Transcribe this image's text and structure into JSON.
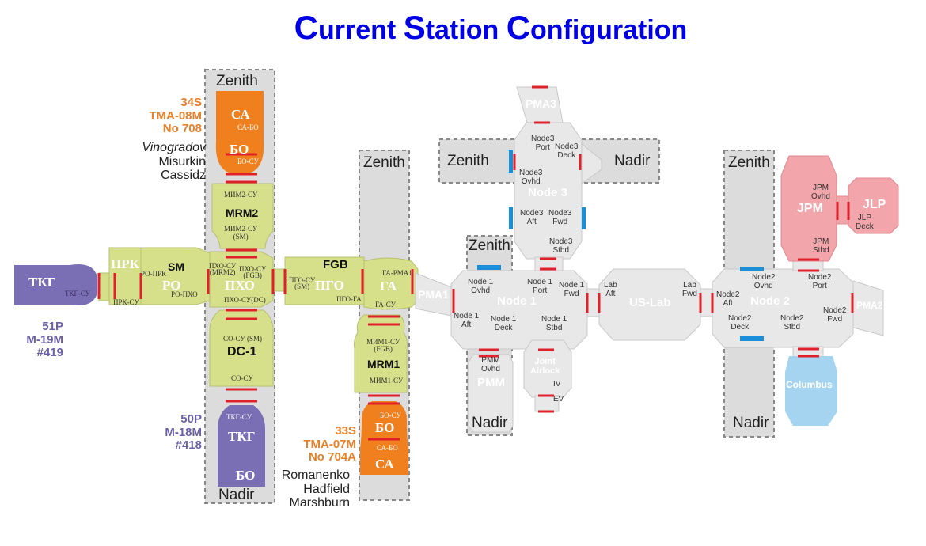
{
  "title": {
    "c1": "C",
    "w1": "urrent ",
    "c2": "S",
    "w2": "tation ",
    "c3": "C",
    "w3": "onfiguration"
  },
  "bands": {
    "zenith": "Zenith",
    "nadir": "Nadir"
  },
  "soyuz_34s": {
    "flight": "34S",
    "vehicle": "TMA-08M",
    "number": "No 708",
    "crew": [
      "Vinogradov",
      "Misurkin",
      "Cassidz"
    ],
    "sa": "СА",
    "bo": "БО",
    "port_sa_bo": "СА-БО",
    "port_bo_su": "БО-СУ"
  },
  "soyuz_33s": {
    "flight": "33S",
    "vehicle": "TMA-07M",
    "number": "No 704A",
    "crew": [
      "Romanenko",
      "Hadfield",
      "Marshburn"
    ],
    "sa": "СА",
    "bo": "БО",
    "port_sa_bo": "СА-БО",
    "port_bo_su": "БО-СУ"
  },
  "progress_51p": {
    "flight": "51P",
    "vehicle": "M-19M",
    "number": "#419",
    "tkg": "ТКГ",
    "port": "ТКГ-СУ"
  },
  "progress_50p": {
    "flight": "50P",
    "vehicle": "M-18M",
    "number": "#418",
    "tkg": "ТКГ",
    "bo": "БО",
    "port": "ТКГ-СУ"
  },
  "mrm2": {
    "name": "MRM2",
    "port1": "МИМ2-СУ",
    "port2": "МИМ2-СУ",
    "port2b": "(SM)"
  },
  "sm": {
    "name": "SM",
    "prk": "ПРК",
    "ro": "РО",
    "pxo": "ПХО",
    "ro_prk": "РО-ПРК",
    "prk_su": "ПРК-СУ",
    "ro_pxo": "РО-ПХО",
    "pxo_mrm2": "ПХО-СУ",
    "pxo_mrm2b": "(MRM2)",
    "pxo_fgb": "ПХО-СУ",
    "pxo_fgbb": "(FGB)",
    "pxo_dc": "ПХО-СУ(DC)"
  },
  "dc1": {
    "name": "DC-1",
    "port1": "СО-СУ (SM)",
    "port2": "СО-СУ"
  },
  "fgb": {
    "name": "FGB",
    "pgo": "ПГО",
    "ga": "ГА",
    "pgo_su": "ПГО-СУ",
    "pgo_sub": "(SM)",
    "pgo_ga": "ПГО-ГА",
    "ga_pma1": "ГА-РМА1",
    "ga_su": "ГА-СУ"
  },
  "mrm1": {
    "name": "MRM1",
    "port1": "МИМ1-СУ",
    "port1b": "(FGB)",
    "port2": "МИМ1-СУ"
  },
  "usos": {
    "pma1": "PMA1",
    "pma2": "PMA2",
    "pma3": "PMA3",
    "node1": "Node 1",
    "node2": "Node 2",
    "node3": "Node 3",
    "uslab": "US-Lab",
    "pmm": "PMM",
    "airlock1": "Joint",
    "airlock2": "Airlock",
    "jpm": "JPM",
    "jlp": "JLP",
    "columbus": "Columbus"
  },
  "ports": {
    "n3_port": "Node3\nPort",
    "n3_deck": "Node3\nDeck",
    "n3_ovhd": "Node3\nOvhd",
    "n3_aft": "Node3\nAft",
    "n3_fwd": "Node3\nFwd",
    "n3_stbd": "Node3\nStbd",
    "n1_ovhd": "Node 1\nOvhd",
    "n1_port": "Node 1\nPort",
    "n1_fwd": "Node 1\nFwd",
    "n1_aft": "Node 1\nAft",
    "n1_deck": "Node 1\nDeck",
    "n1_stbd": "Node 1\nStbd",
    "pmm_ovhd": "PMM\nOvhd",
    "iv": "IV",
    "ev": "EV",
    "lab_aft": "Lab\nAft",
    "lab_fwd": "Lab\nFwd",
    "n2_aft": "Node2\nAft",
    "n2_ovhd": "Node2\nOvhd",
    "n2_port": "Node2\nPort",
    "n2_deck": "Node2\nDeck",
    "n2_stbd": "Node2\nStbd",
    "n2_fwd": "Node2\nFwd",
    "jpm_ovhd": "JPM\nOvhd",
    "jlp_deck": "JLP\nDeck",
    "jpm_stbd": "JPM\nStbd"
  },
  "colors": {
    "title": "#0000e6",
    "russian": "#d6e08a",
    "soyuz": "#f07f1e",
    "progress": "#7a6eb4",
    "usos": "#e6e6e6",
    "jem": "#f2a5aa",
    "columbus": "#a4d4f0",
    "port": "#e0202a",
    "cbm": "#1a8fd8"
  }
}
